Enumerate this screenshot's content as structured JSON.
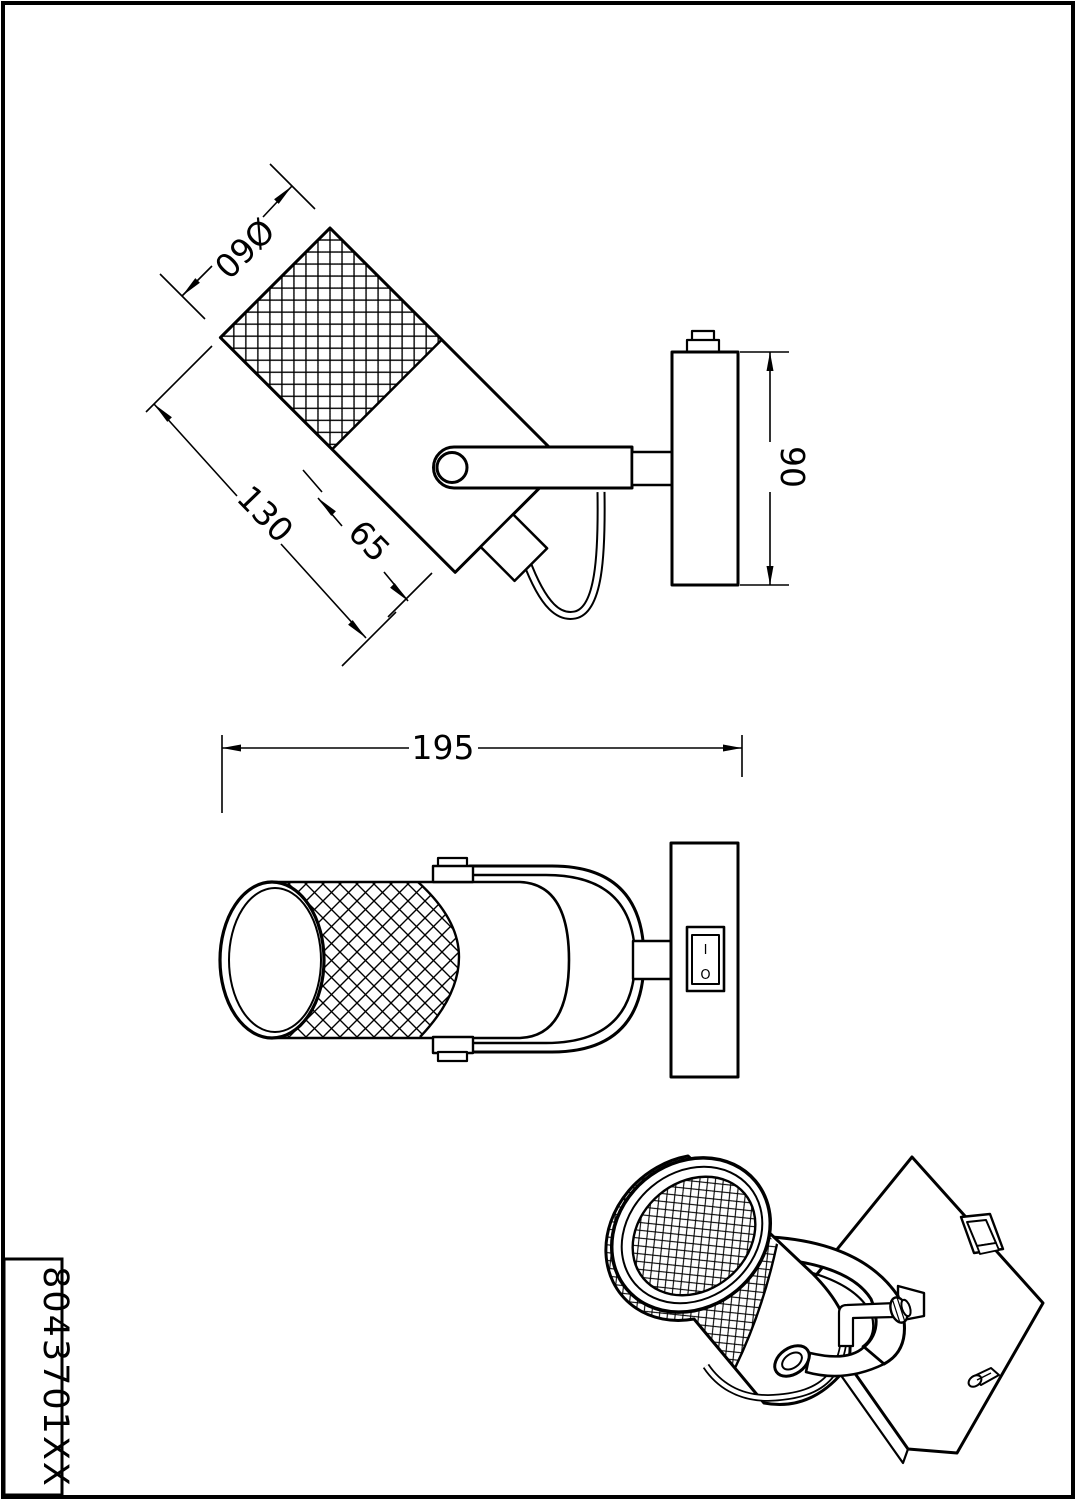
{
  "page": {
    "background": "#ffffff",
    "ink": "#000000"
  },
  "title_block": {
    "part_number": "8043701XX"
  },
  "dimensions": {
    "diameter": "Ø60",
    "length_total": "130",
    "length_half": "65",
    "height": "90",
    "width": "195"
  },
  "switch": {
    "on": "I",
    "off": "O"
  }
}
